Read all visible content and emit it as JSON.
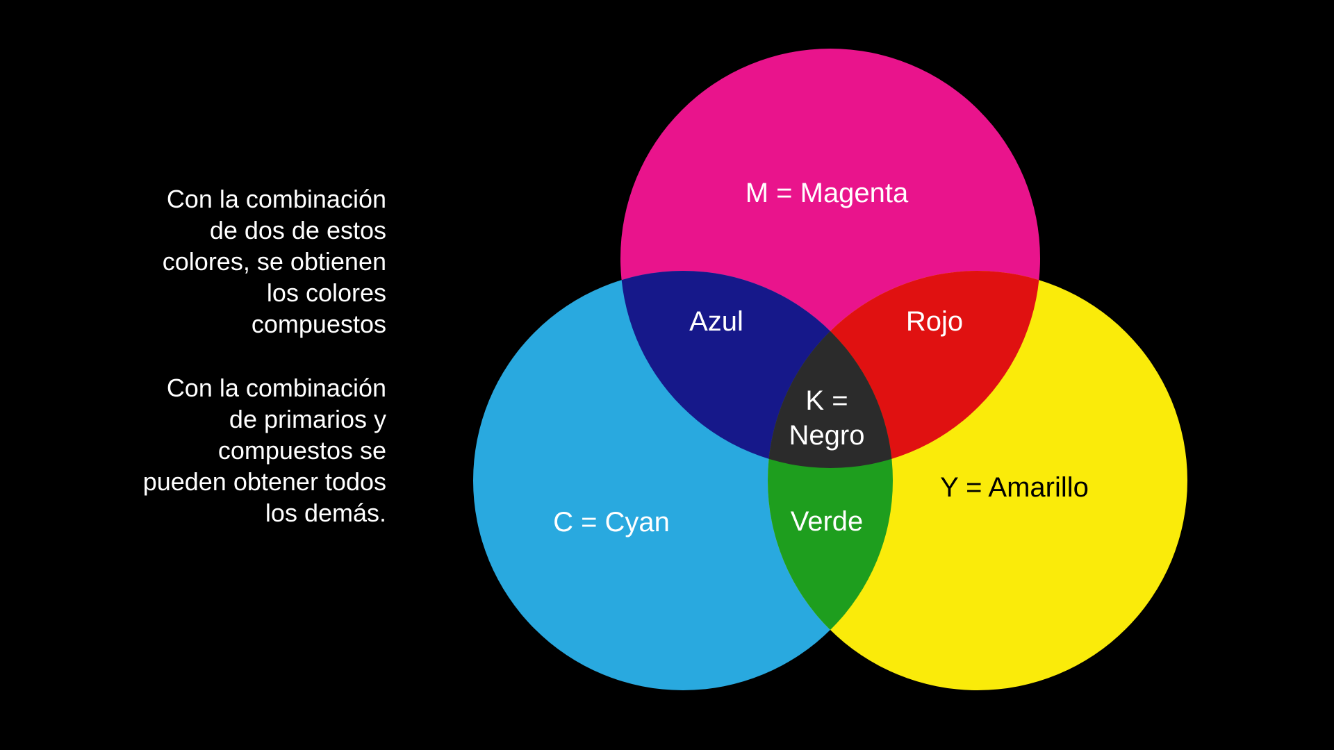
{
  "left_text": {
    "paragraphs": [
      {
        "lines": [
          "Con la combinación",
          "de dos de estos",
          "colores, se obtienen",
          "los colores",
          "compuestos"
        ]
      },
      {
        "lines": [
          "Con la combinación",
          "de primarios y",
          "compuestos se",
          "pueden obtener todos",
          "los demás."
        ]
      }
    ]
  },
  "diagram": {
    "labels": {
      "magenta": "M = Magenta",
      "azul": "Azul",
      "rojo": "Rojo",
      "k_line1": "K =",
      "k_line2": "Negro",
      "cyan": "C = Cyan",
      "verde": "Verde",
      "amarillo": "Y = Amarillo"
    },
    "colors": {
      "background": "#000000",
      "magenta_circle": "#E9148C",
      "cyan_circle": "#29A9DF",
      "yellow_circle": "#FAEB0A",
      "overlap_azul": "#16188A",
      "overlap_rojo": "#E01111",
      "overlap_verde": "#1E9E1E",
      "center_negro": "#2B2B2B",
      "label_white": "#FFFFFF",
      "label_black": "#000000"
    }
  }
}
